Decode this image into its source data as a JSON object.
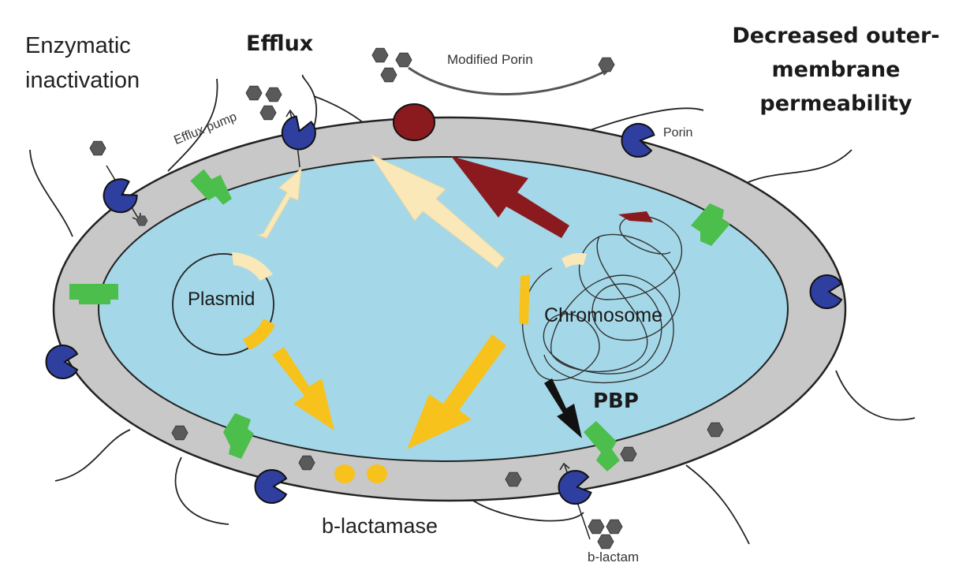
{
  "labels": {
    "enzymatic_inactivation": "Enzymatic inactivation",
    "efflux": "Efflux",
    "decreased_permeability": "Decreased outer-membrane permeability",
    "modified_porin": "Modified Porin",
    "efflux_pump": "Efflux pump",
    "porin": "Porin",
    "plasmid": "Plasmid",
    "chromosome": "Chromosome",
    "pbp": "PBP",
    "b_lactamase": "b-lactamase",
    "b_lactam": "b-lactam"
  },
  "colors": {
    "membrane": "#c8c8c8",
    "cytoplasm": "#a4d8e8",
    "porin": "#2e3fa0",
    "modified_porin": "#8b1a1f",
    "pbp_protein": "#4cbe4c",
    "antibiotic": "#5a5a5a",
    "arrow_light": "#fbe8b8",
    "arrow_yellow": "#f7c21c",
    "arrow_darkred": "#8b1a1f",
    "arrow_black": "#111111",
    "enzyme": "#f7c21c"
  }
}
